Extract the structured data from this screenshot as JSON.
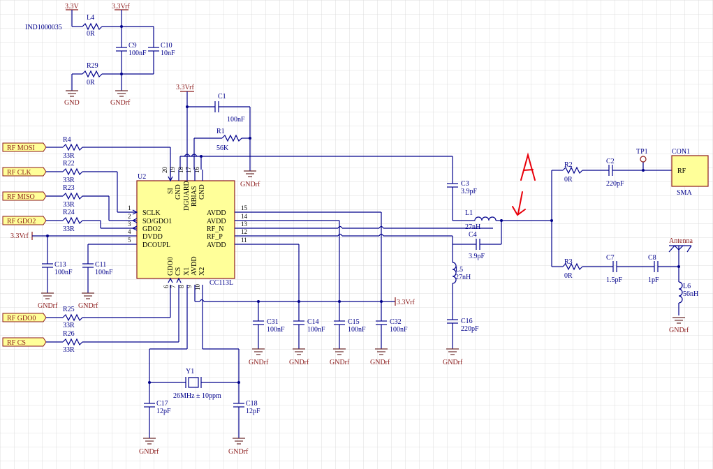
{
  "power": {
    "v33": "3.3V",
    "v33rf": "3.3Vrf",
    "gnd": "GND",
    "gndrf": "GNDrf"
  },
  "ind_note": "IND1000035",
  "components": {
    "L4": {
      "ref": "L4",
      "val": "0R"
    },
    "R29": {
      "ref": "R29",
      "val": "0R"
    },
    "C9": {
      "ref": "C9",
      "val": "100nF"
    },
    "C10": {
      "ref": "C10",
      "val": "10nF"
    },
    "C1": {
      "ref": "C1",
      "val": "100nF"
    },
    "R1": {
      "ref": "R1",
      "val": "56K"
    },
    "R4": {
      "ref": "R4",
      "val": "33R"
    },
    "R22": {
      "ref": "R22",
      "val": "33R"
    },
    "R23": {
      "ref": "R23",
      "val": "33R"
    },
    "R24": {
      "ref": "R24",
      "val": "33R"
    },
    "R25": {
      "ref": "R25",
      "val": "33R"
    },
    "R26": {
      "ref": "R26",
      "val": "33R"
    },
    "C13": {
      "ref": "C13",
      "val": "100nF"
    },
    "C11": {
      "ref": "C11",
      "val": "100nF"
    },
    "C31": {
      "ref": "C31",
      "val": "100nF"
    },
    "C14": {
      "ref": "C14",
      "val": "100nF"
    },
    "C15": {
      "ref": "C15",
      "val": "100nF"
    },
    "C32": {
      "ref": "C32",
      "val": "100nF"
    },
    "C3": {
      "ref": "C3",
      "val": "3.9pF"
    },
    "L1": {
      "ref": "L1",
      "val": "27nH"
    },
    "C4": {
      "ref": "C4",
      "val": "3.9pF"
    },
    "L5": {
      "ref": "L5",
      "val": "27nH"
    },
    "C16": {
      "ref": "C16",
      "val": "220pF"
    },
    "R2": {
      "ref": "R2",
      "val": "0R"
    },
    "C2": {
      "ref": "C2",
      "val": "220pF"
    },
    "TP1": {
      "ref": "TP1"
    },
    "CON1": {
      "ref": "CON1",
      "pin": "RF",
      "val": "SMA"
    },
    "R3": {
      "ref": "R3",
      "val": "0R"
    },
    "C7": {
      "ref": "C7",
      "val": "1.5pF"
    },
    "C8": {
      "ref": "C8",
      "val": "1pF"
    },
    "L6": {
      "ref": "L6",
      "val": "56nH"
    },
    "antenna": "Antenna",
    "Y1": {
      "ref": "Y1",
      "val": "26MHz ± 10ppm"
    },
    "C17": {
      "ref": "C17",
      "val": "12pF"
    },
    "C18": {
      "ref": "C18",
      "val": "12pF"
    }
  },
  "ports": {
    "mosi": "RF MOSI",
    "clk": "RF CLK",
    "miso": "RF MISO",
    "gdo2": "RF GDO2",
    "gdo0": "RF GDO0",
    "cs": "RF CS"
  },
  "u2": {
    "ref": "U2",
    "part": "CC113L",
    "left_pins": [
      "SCLK",
      "SO/GDO1",
      "GDO2",
      "DVDD",
      "DCOUPL"
    ],
    "left_nums": [
      "1",
      "2",
      "3",
      "4",
      "5"
    ],
    "right_pins": [
      "AVDD",
      "AVDD",
      "RF_N",
      "RF_P",
      "AVDD"
    ],
    "right_nums": [
      "15",
      "14",
      "13",
      "12",
      "11"
    ],
    "top_pins": [
      "SI",
      "GND",
      "DGUARD",
      "RBIAS",
      "GND"
    ],
    "top_nums": [
      "20",
      "19",
      "18",
      "17",
      "16"
    ],
    "bottom_pins": [
      "GDO0",
      "CS",
      "X1",
      "AVDD",
      "X2"
    ],
    "bottom_nums": [
      "6",
      "7",
      "8",
      "9",
      "10"
    ]
  },
  "annotation": "A"
}
